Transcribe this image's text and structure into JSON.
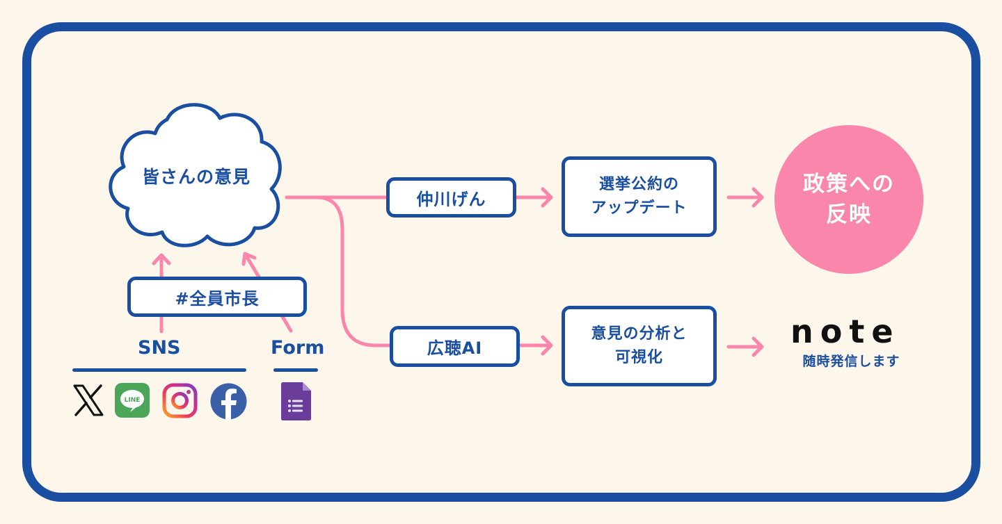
{
  "colors": {
    "background": "#fcf6eb",
    "primary_blue": "#1a4ea1",
    "accent_pink": "#fa87ab",
    "box_fill": "#ffffff"
  },
  "cloud": {
    "label": "皆さんの意見"
  },
  "hashtag_box": {
    "label": "#全員市長"
  },
  "sources": {
    "sns": {
      "label": "SNS",
      "icons": [
        "x-icon",
        "line-icon",
        "instagram-icon",
        "facebook-icon"
      ]
    },
    "form": {
      "label": "Form",
      "icons": [
        "google-forms-icon"
      ]
    }
  },
  "icons": {
    "line_text": "LINE",
    "facebook_text": "f"
  },
  "branches": {
    "top": {
      "label": "仲川げん"
    },
    "bottom": {
      "label": "広聴AI"
    }
  },
  "outputs": {
    "top": {
      "line1": "選挙公約の",
      "line2": "アップデート"
    },
    "bottom": {
      "line1": "意見の分析と",
      "line2": "可視化"
    }
  },
  "results": {
    "policy": {
      "line1": "政策への",
      "line2": "反映"
    },
    "note": {
      "logo": "note",
      "subtitle": "随時発信します"
    }
  }
}
